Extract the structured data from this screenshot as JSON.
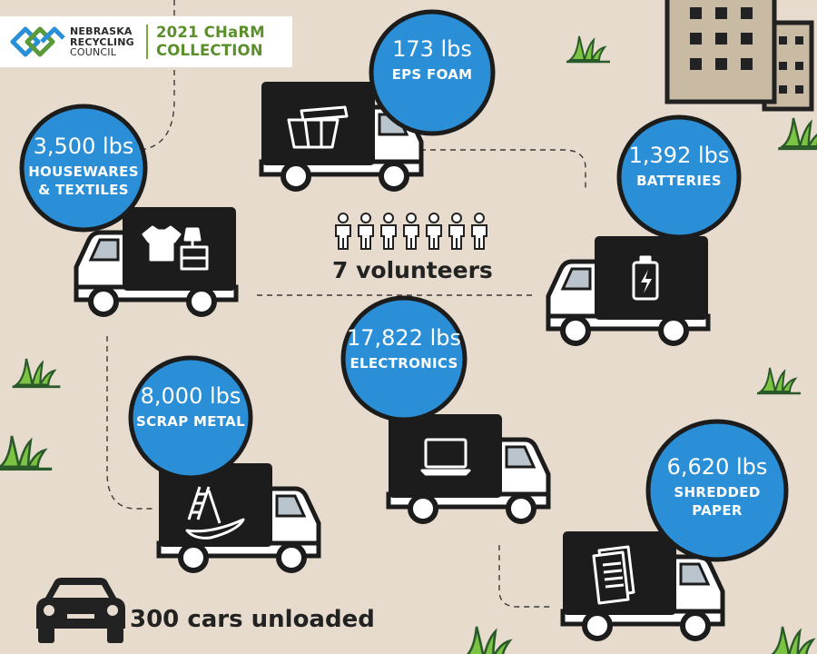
{
  "header": {
    "org_line1": "NEBRASKA",
    "org_line2": "RECYCLING",
    "org_line3": "COUNCIL",
    "title_line1": "2021 CHaRM",
    "title_line2": "COLLECTION"
  },
  "collections": [
    {
      "amount": "173 lbs",
      "label_lines": [
        "EPS FOAM"
      ],
      "icon": "foam-container-icon"
    },
    {
      "amount": "3,500 lbs",
      "label_lines": [
        "HOUSEWARES",
        "& TEXTILES"
      ],
      "icon": "shirt-and-lamp-icon"
    },
    {
      "amount": "1,392 lbs",
      "label_lines": [
        "BATTERIES"
      ],
      "icon": "battery-icon"
    },
    {
      "amount": "8,000 lbs",
      "label_lines": [
        "SCRAP METAL"
      ],
      "icon": "scrap-metal-icon"
    },
    {
      "amount": "17,822 lbs",
      "label_lines": [
        "ELECTRONICS"
      ],
      "icon": "laptop-icon"
    },
    {
      "amount": "6,620 lbs",
      "label_lines": [
        "SHREDDED",
        "PAPER"
      ],
      "icon": "paper-documents-icon"
    }
  ],
  "volunteers": {
    "count": 7,
    "text": "7 volunteers",
    "icon": "person-icon"
  },
  "cars": {
    "text": "300 cars unloaded",
    "icon": "car-icon"
  },
  "colors": {
    "background": "#e6dbcc",
    "circle_blue": "#2a8fd6",
    "truck_black": "#1c1c1c",
    "grass_green": "#7cc243",
    "brand_green": "#5a8f2a",
    "building": "#c9bba3"
  }
}
